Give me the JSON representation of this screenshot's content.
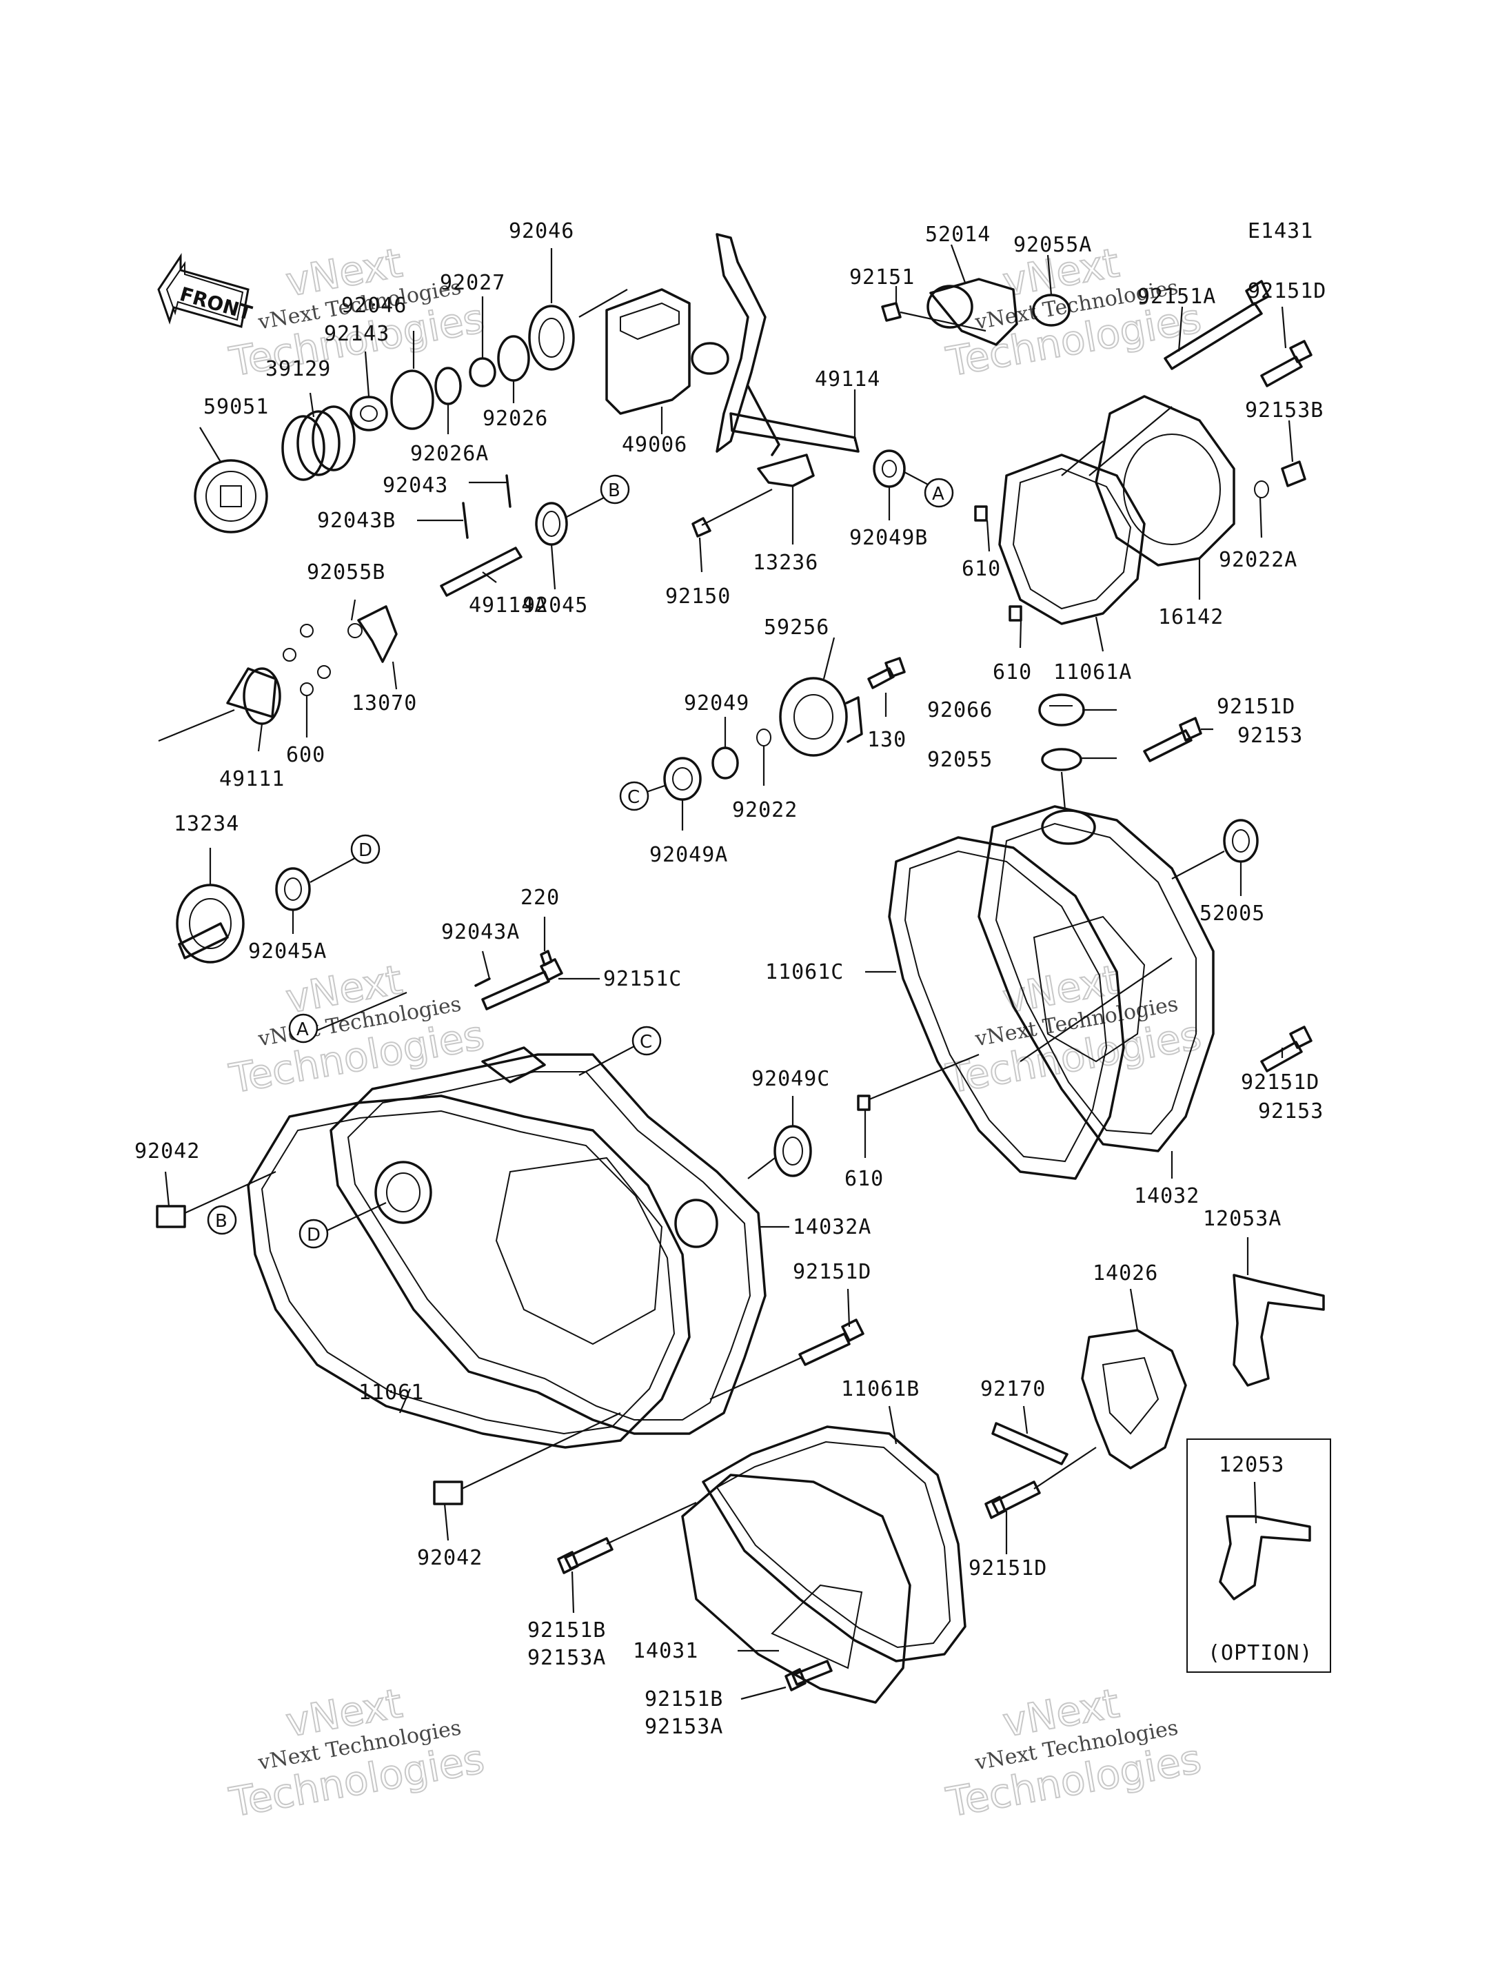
{
  "diagram_code": "E1431",
  "front_label": "FRONT",
  "option_label": "(OPTION)",
  "watermark": {
    "line1": "vNext",
    "line2": "vNext Technologies",
    "line3": "Technologies"
  },
  "callouts": {
    "A": "A",
    "B": "B",
    "C": "C",
    "D": "D"
  },
  "labels": {
    "p92046a": "92046",
    "p92027": "92027",
    "p92046b": "92046",
    "p92143": "92143",
    "p39129": "39129",
    "p59051": "59051",
    "p92026": "92026",
    "p92026A": "92026A",
    "p92043": "92043",
    "p92043B": "92043B",
    "p92055B": "92055B",
    "p49114A": "49114A",
    "p92045": "92045",
    "p13070": "13070",
    "p600": "600",
    "p49111": "49111",
    "p49006": "49006",
    "p49114": "49114",
    "p13236": "13236",
    "p92150": "92150",
    "p92049B": "92049B",
    "p92151": "92151",
    "p52014": "52014",
    "p92055A": "92055A",
    "p92151A": "92151A",
    "p92151Dt": "92151D",
    "p92153B": "92153B",
    "p92022A": "92022A",
    "p610a": "610",
    "p16142": "16142",
    "p610b": "610",
    "p11061A": "11061A",
    "p59256": "59256",
    "p92049": "92049",
    "p130": "130",
    "p92022": "92022",
    "p92049A": "92049A",
    "p92066": "92066",
    "p92055": "92055",
    "p92151Dm": "92151D",
    "p92153m": "92153",
    "p13234": "13234",
    "p92045A": "92045A",
    "p220": "220",
    "p92043A": "92043A",
    "p92151C": "92151C",
    "p11061C": "11061C",
    "p52005": "52005",
    "p92049C": "92049C",
    "p92151Dr": "92151D",
    "p92153r": "92153",
    "p610c": "610",
    "p92042a": "92042",
    "p14032A": "14032A",
    "p14032": "14032",
    "p12053A": "12053A",
    "p92151Dc": "92151D",
    "p14026": "14026",
    "p11061": "11061",
    "p11061B": "11061B",
    "p92170": "92170",
    "p12053": "12053",
    "p92042b": "92042",
    "p92151Dl": "92151D",
    "p92151B1": "92151B",
    "p92153A1": "92153A",
    "p14031": "14031",
    "p92151B2": "92151B",
    "p92153A2": "92153A"
  }
}
